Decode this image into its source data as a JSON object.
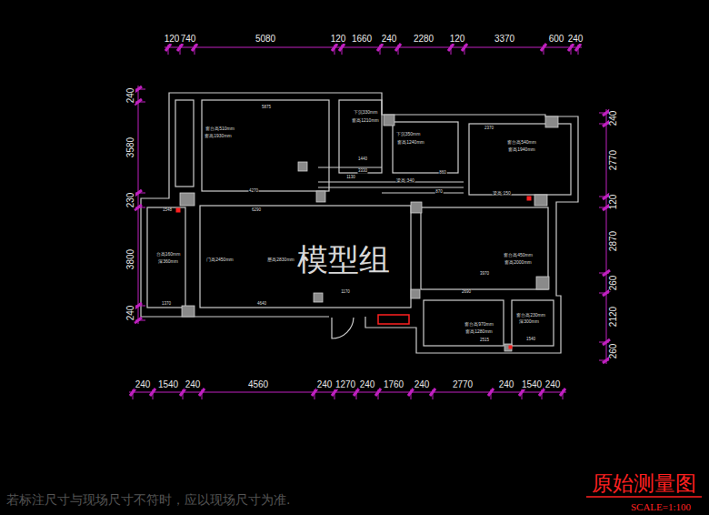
{
  "diagram": {
    "title": "原始测量图",
    "caption": "若标注尺寸与现场尺寸不符时，应以现场尺寸为准.",
    "labels": [
      "120",
      "740",
      "5080",
      "120",
      "1660",
      "240",
      "2280",
      "120",
      "3370",
      "600",
      "240",
      "240",
      "1540",
      "240",
      "4560",
      "240",
      "1270",
      "240",
      "1760",
      "240",
      "2770",
      "240",
      "1540",
      "240",
      "240",
      "3580",
      "230",
      "3800",
      "240",
      "240",
      "2770",
      "120",
      "2870",
      "260",
      "2120",
      "260",
      "窗台高510mm",
      "窗高1930mm",
      "下沉330mm",
      "窗高1210mm",
      "下沉350mm",
      "窗高1240mm",
      "窗台高540mm",
      "窗高1940mm",
      "窗台高450mm",
      "窗高2000mm",
      "门高2450mm",
      "层高2830mm",
      "台高160mm",
      "深360mm",
      "窗台高970mm",
      "窗高1280mm",
      "窗台高230mm",
      "深300mm",
      "梁高:340",
      "梁高:150",
      "5875",
      "4270",
      "6290",
      "1548",
      "1170",
      "4640",
      "2370",
      "3970",
      "2690",
      "2515",
      "1540",
      "3330",
      "1130",
      "1440",
      "860",
      "870",
      "1370",
      "模型组",
      "SCALE=1:100"
    ]
  }
}
